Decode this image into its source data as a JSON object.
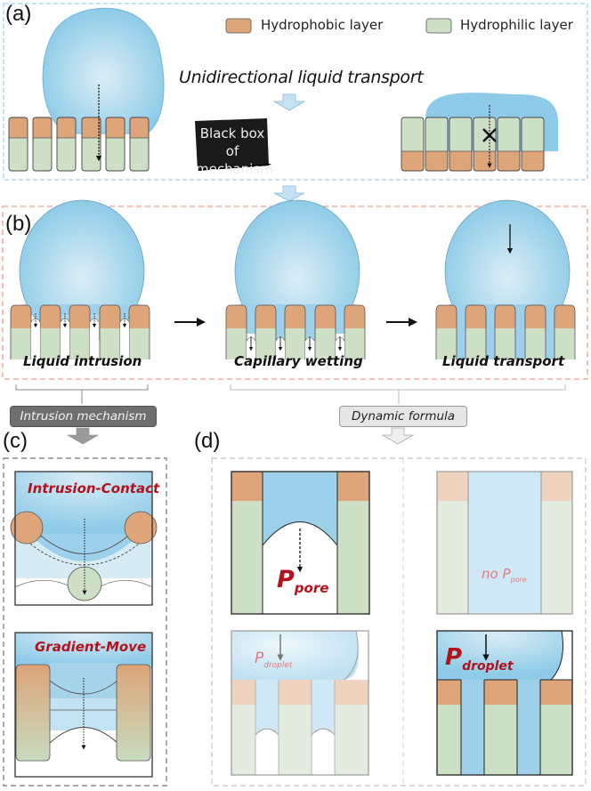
{
  "panels": {
    "a": {
      "letter": "(a)",
      "legend": [
        {
          "label": "Hydrophobic layer",
          "color": "#dfa57a"
        },
        {
          "label": "Hydrophilic layer",
          "color": "#cde0c6"
        }
      ],
      "title": "Unidirectional liquid transport",
      "black_box_line1": "Black box of",
      "black_box_line2": "mechanism",
      "frame_color": "#9fd3f0"
    },
    "b": {
      "letter": "(b)",
      "stages": [
        "Liquid intrusion",
        "Capillary wetting",
        "Liquid transport"
      ],
      "frame_color": "#ee9b8e"
    },
    "tags": {
      "intrusion": "Intrusion mechanism",
      "dynamic": "Dynamic formula"
    },
    "c": {
      "letter": "(c)",
      "top_title": "Intrusion-Contact",
      "bottom_title": "Gradient-Move"
    },
    "d": {
      "letter": "(d)",
      "p_pore_main": "P",
      "p_pore_sub": "pore",
      "no_p_pore_main": "no P",
      "no_p_pore_sub": "pore",
      "p_droplet_main": "P",
      "p_droplet_sub": "droplet"
    }
  },
  "colors": {
    "hydrophobic": "#dfa57a",
    "hydrophilic": "#cde0c6",
    "liquid": "#9dd0ea",
    "accent_red": "#b3121d"
  }
}
